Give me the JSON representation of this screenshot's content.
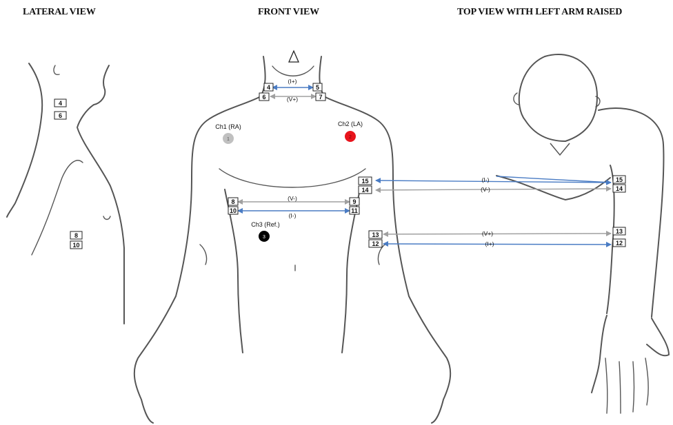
{
  "titles": {
    "lateral": "LATERAL VIEW",
    "front": "FRONT VIEW",
    "top": "TOP VIEW WITH LEFT ARM RAISED"
  },
  "channels": {
    "ch1": "Ch1 (RA)",
    "ch2": "Ch2 (LA)",
    "ch3": "Ch3 (Ref.)"
  },
  "channel_numbers": {
    "ch1": "1",
    "ch2": "2",
    "ch3": "3"
  },
  "colors": {
    "ch1": "#c0c0c0",
    "ch2": "#e8141c",
    "ch3": "#000000",
    "blue_lead": "#4a7cc4",
    "gray_lead": "#a0a0a0",
    "body_outline": "#555555"
  },
  "lead_labels": {
    "I_plus": "(I+)",
    "I_minus": "(I-)",
    "V_plus": "(V+)",
    "V_minus": "(V-)"
  },
  "electrodes": {
    "e4": "4",
    "e5": "5",
    "e6": "6",
    "e7": "7",
    "e8": "8",
    "e9": "9",
    "e10": "10",
    "e11": "11",
    "e12": "12",
    "e13": "13",
    "e14": "14",
    "e15": "15"
  }
}
